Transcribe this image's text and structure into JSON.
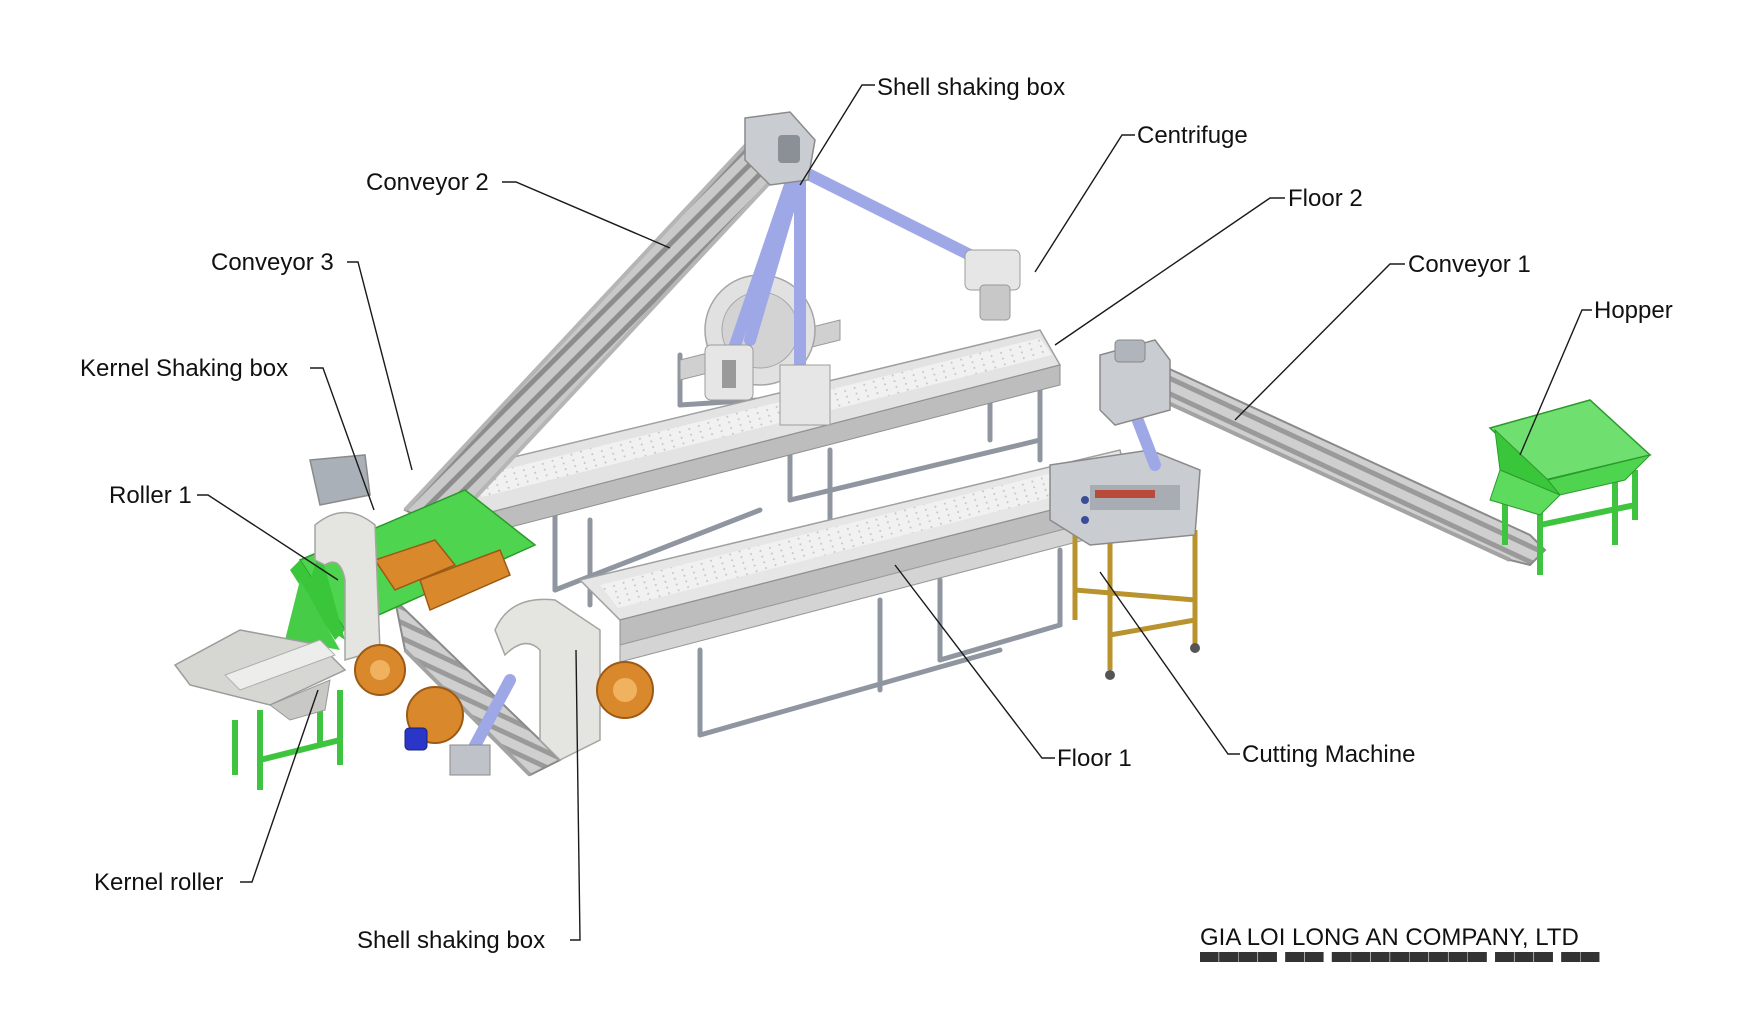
{
  "labels": {
    "shell_shaking_box_top": "Shell shaking box",
    "centrifuge": "Centrifuge",
    "floor_2": "Floor 2",
    "conveyor_2": "Conveyor 2",
    "conveyor_3": "Conveyor 3",
    "conveyor_1": "Conveyor 1",
    "hopper": "Hopper",
    "kernel_shaking_box": "Kernel Shaking box",
    "roller_1": "Roller 1",
    "floor_1": "Floor 1",
    "cutting_machine": "Cutting Machine",
    "kernel_roller": "Kernel roller",
    "shell_shaking_box_bottom": "Shell shaking box"
  },
  "footer": {
    "company": "GIA LOI LONG AN COMPANY, LTD"
  },
  "colors": {
    "machine_grey": "#d9d9d9",
    "frame_grey": "#8f96a0",
    "pipe_blue": "#9ea8e6",
    "green_parts": "#4fd44f",
    "orange_parts": "#d9892b",
    "motor_blue": "#2a36c8"
  }
}
